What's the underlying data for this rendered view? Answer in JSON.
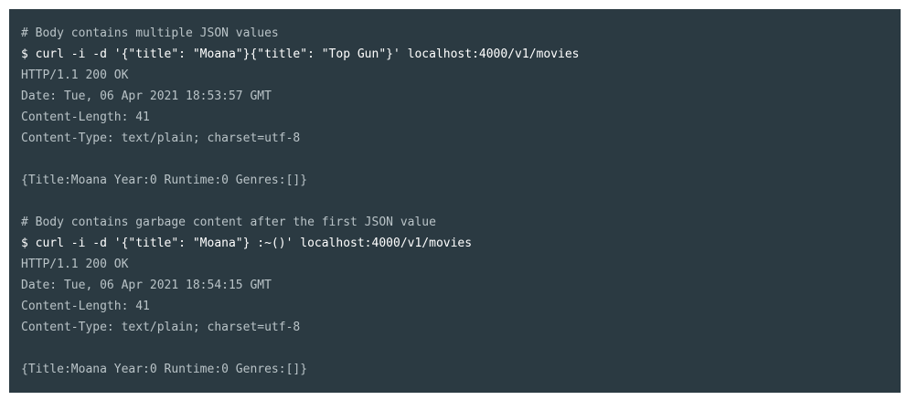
{
  "terminal": {
    "lines": [
      {
        "type": "comment",
        "text": "# Body contains multiple JSON values"
      },
      {
        "type": "cmd",
        "text": "$ curl -i -d '{\"title\": \"Moana\"}{\"title\": \"Top Gun\"}' localhost:4000/v1/movies"
      },
      {
        "type": "output",
        "text": "HTTP/1.1 200 OK"
      },
      {
        "type": "output",
        "text": "Date: Tue, 06 Apr 2021 18:53:57 GMT"
      },
      {
        "type": "output",
        "text": "Content-Length: 41"
      },
      {
        "type": "output",
        "text": "Content-Type: text/plain; charset=utf-8"
      },
      {
        "type": "blank",
        "text": ""
      },
      {
        "type": "output",
        "text": "{Title:Moana Year:0 Runtime:0 Genres:[]}"
      },
      {
        "type": "blank",
        "text": ""
      },
      {
        "type": "comment",
        "text": "# Body contains garbage content after the first JSON value"
      },
      {
        "type": "cmd",
        "text": "$ curl -i -d '{\"title\": \"Moana\"} :~()' localhost:4000/v1/movies"
      },
      {
        "type": "output",
        "text": "HTTP/1.1 200 OK"
      },
      {
        "type": "output",
        "text": "Date: Tue, 06 Apr 2021 18:54:15 GMT"
      },
      {
        "type": "output",
        "text": "Content-Length: 41"
      },
      {
        "type": "output",
        "text": "Content-Type: text/plain; charset=utf-8"
      },
      {
        "type": "blank",
        "text": ""
      },
      {
        "type": "output",
        "text": "{Title:Moana Year:0 Runtime:0 Genres:[]}"
      }
    ]
  }
}
